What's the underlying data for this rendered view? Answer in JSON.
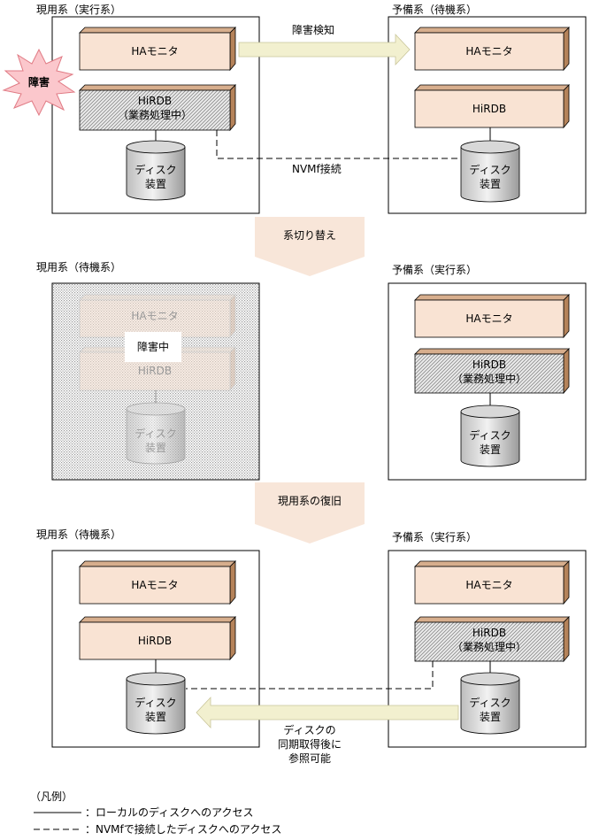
{
  "stage1": {
    "left_title": "現用系（実行系）",
    "right_title": "予備系（待機系）",
    "left_ha": "HAモニタ",
    "left_hirdb_line1": "HiRDB",
    "left_hirdb_line2": "（業務処理中）",
    "left_disk_line1": "ディスク",
    "left_disk_line2": "装置",
    "failure_badge": "障害",
    "right_ha": "HAモニタ",
    "right_hirdb": "HiRDB",
    "right_disk_line1": "ディスク",
    "right_disk_line2": "装置",
    "detect_label": "障害検知",
    "nvmf_label": "NVMf接続"
  },
  "step1_label": "系切り替え",
  "stage2": {
    "left_title": "現用系（待機系）",
    "right_title": "予備系（実行系）",
    "left_ha": "HAモニタ",
    "left_hirdb": "HiRDB",
    "failure_overlay": "障害中",
    "left_disk_line1": "ディスク",
    "left_disk_line2": "装置",
    "right_ha": "HAモニタ",
    "right_hirdb_line1": "HiRDB",
    "right_hirdb_line2": "（業務処理中）",
    "right_disk_line1": "ディスク",
    "right_disk_line2": "装置"
  },
  "step2_label": "現用系の復旧",
  "stage3": {
    "left_title": "現用系（待機系）",
    "right_title": "予備系（実行系）",
    "left_ha": "HAモニタ",
    "left_hirdb": "HiRDB",
    "left_disk_line1": "ディスク",
    "left_disk_line2": "装置",
    "right_ha": "HAモニタ",
    "right_hirdb_line1": "HiRDB",
    "right_hirdb_line2": "（業務処理中）",
    "right_disk_line1": "ディスク",
    "right_disk_line2": "装置",
    "sync_line1": "ディスクの",
    "sync_line2": "同期取得後に",
    "sync_line3": "参照可能"
  },
  "legend": {
    "title": "（凡例）",
    "solid": "：ローカルのディスクへのアクセス",
    "dashed": "：NVMfで接続したディスクへのアクセス"
  },
  "colors": {
    "box_fill": "#f9e3d3",
    "box_side": "#b5835a",
    "arrow_fill": "#f2f0cf",
    "step_fill": "#f8e6d9",
    "failure_fill": "#fbc7cc",
    "failure_stroke": "#e07a84"
  }
}
